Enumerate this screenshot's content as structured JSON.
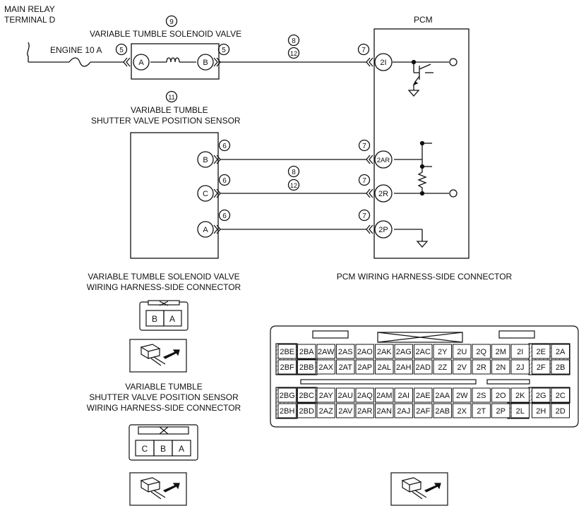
{
  "labels": {
    "main_relay": "MAIN RELAY",
    "terminal_d": "TERMINAL D",
    "engine_fuse": "ENGINE 10 A",
    "pcm": "PCM",
    "tumble_valve": "VARIABLE TUMBLE SOLENOID VALVE",
    "sensor_line1": "VARIABLE TUMBLE",
    "sensor_line2": "SHUTTER VALVE POSITION SENSOR",
    "valve_conn_line1": "VARIABLE TUMBLE SOLENOID VALVE",
    "valve_conn_line2": "WIRING HARNESS-SIDE CONNECTOR",
    "sensor_conn_line1": "VARIABLE TUMBLE",
    "sensor_conn_line2": "SHUTTER VALVE POSITION SENSOR",
    "sensor_conn_line3": "WIRING HARNESS-SIDE CONNECTOR",
    "pcm_conn": "PCM WIRING HARNESS-SIDE CONNECTOR"
  },
  "circled": {
    "c5": "5",
    "c6": "6",
    "c7": "7",
    "c8": "8",
    "c9": "9",
    "c11": "11",
    "c12": "12"
  },
  "terminals": {
    "valve_a": "A",
    "valve_b": "B",
    "sensor_b": "B",
    "sensor_c": "C",
    "sensor_a": "A",
    "pcm_2i": "2I",
    "pcm_2ar": "2AR",
    "pcm_2r": "2R",
    "pcm_2p": "2P"
  },
  "valve_connector": [
    "B",
    "A"
  ],
  "sensor_connector": [
    "C",
    "B",
    "A"
  ],
  "pcm_connector": {
    "row1": [
      "2BE",
      "2BA",
      "2AW",
      "2AS",
      "2AO",
      "2AK",
      "2AG",
      "2AC",
      "2Y",
      "2U",
      "2Q",
      "2M",
      "2I",
      "2E",
      "2A"
    ],
    "row2": [
      "2BF",
      "2BB",
      "2AX",
      "2AT",
      "2AP",
      "2AL",
      "2AH",
      "2AD",
      "2Z",
      "2V",
      "2R",
      "2N",
      "2J",
      "2F",
      "2B"
    ],
    "row3": [
      "2BG",
      "2BC",
      "2AY",
      "2AU",
      "2AQ",
      "2AM",
      "2AI",
      "2AE",
      "2AA",
      "2W",
      "2S",
      "2O",
      "2K",
      "2G",
      "2C"
    ],
    "row4": [
      "2BH",
      "2BD",
      "2AZ",
      "2AV",
      "2AR",
      "2AN",
      "2AJ",
      "2AF",
      "2AB",
      "2X",
      "2T",
      "2P",
      "2L",
      "2H",
      "2D"
    ]
  }
}
